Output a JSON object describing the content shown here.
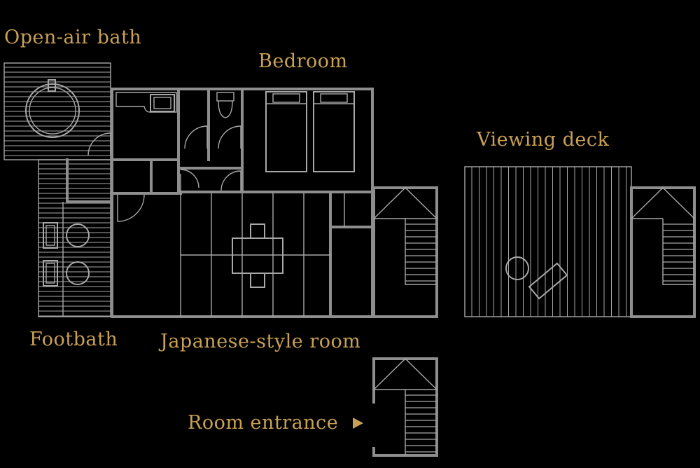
{
  "colors": {
    "background": "#000000",
    "label": "#c9a054",
    "wall": "#8e8e8e",
    "line": "#a8a8a8"
  },
  "labels": {
    "open_air_bath": "Open-air bath",
    "bedroom": "Bedroom",
    "viewing_deck": "Viewing deck",
    "footbath": "Footbath",
    "japanese_room": "Japanese-style room",
    "room_entrance": "Room entrance"
  },
  "icons": {
    "entrance_arrow": "triangle-right-icon"
  }
}
